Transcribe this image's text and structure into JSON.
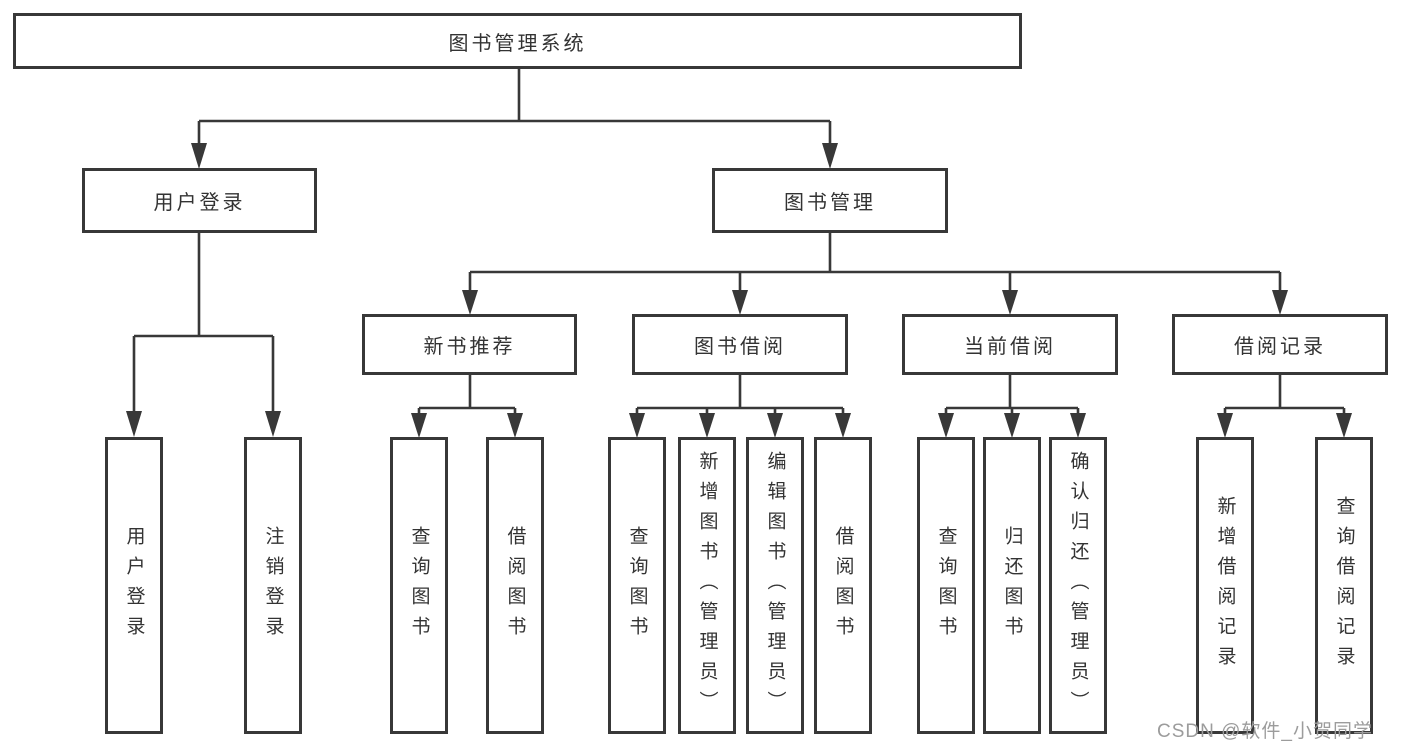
{
  "tree": {
    "root": {
      "label": "图书管理系统"
    },
    "children": [
      {
        "label": "用户登录",
        "children": [
          {
            "label": "用户登录"
          },
          {
            "label": "注销登录"
          }
        ]
      },
      {
        "label": "图书管理",
        "children": [
          {
            "label": "新书推荐",
            "children": [
              {
                "label": "查询图书"
              },
              {
                "label": "借阅图书"
              }
            ]
          },
          {
            "label": "图书借阅",
            "children": [
              {
                "label": "查询图书"
              },
              {
                "label": "新增图书（管理员）"
              },
              {
                "label": "编辑图书（管理员）"
              },
              {
                "label": "借阅图书"
              }
            ]
          },
          {
            "label": "当前借阅",
            "children": [
              {
                "label": "查询图书"
              },
              {
                "label": "归还图书"
              },
              {
                "label": "确认归还（管理员）"
              }
            ]
          },
          {
            "label": "借阅记录",
            "children": [
              {
                "label": "新增借阅记录"
              },
              {
                "label": "查询借阅记录"
              }
            ]
          }
        ]
      }
    ]
  },
  "watermark": "CSDN @软件_小贺同学",
  "colors": {
    "line": "#383838",
    "text": "#333333",
    "background": "#ffffff",
    "watermark": "#9c9c9c"
  }
}
